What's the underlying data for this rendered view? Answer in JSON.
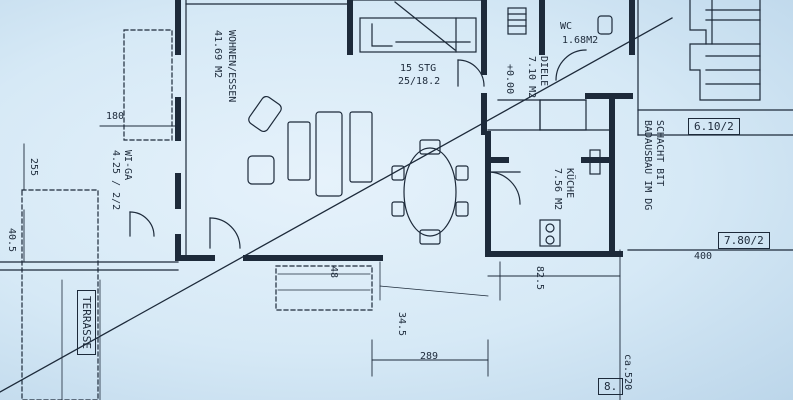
{
  "plan": {
    "rooms": {
      "wohnen_essen": {
        "name": "WOHNEN/ESSEN",
        "area": "41.69 M2"
      },
      "wiga": {
        "name": "WI-GA",
        "area": "4.25 / 2/2"
      },
      "diele": {
        "name": "DIELE",
        "area": "7.10 M2"
      },
      "wc": {
        "name": "WC",
        "area": "1.68M2"
      },
      "kueche": {
        "name": "KÜCHE",
        "area": "7.56 M2"
      },
      "terrasse": {
        "name": "TERRASSE"
      }
    },
    "stair": {
      "text": "15 STG",
      "ratio": "25/18.2"
    },
    "level": "+0.00",
    "shaft_note": {
      "line1": "SCHACHT BIT",
      "line2": "BADAUSBAU IM DG"
    },
    "section_marks": {
      "a": "6.10/2",
      "b": "7.80/2",
      "c": "8."
    },
    "dimensions": {
      "d180": "180",
      "d255": "255",
      "d405": "40.5",
      "d48": "48",
      "d825": "82.5",
      "d345": "34.5",
      "d289": "289",
      "d400": "400",
      "ca520": "ca.520"
    }
  }
}
